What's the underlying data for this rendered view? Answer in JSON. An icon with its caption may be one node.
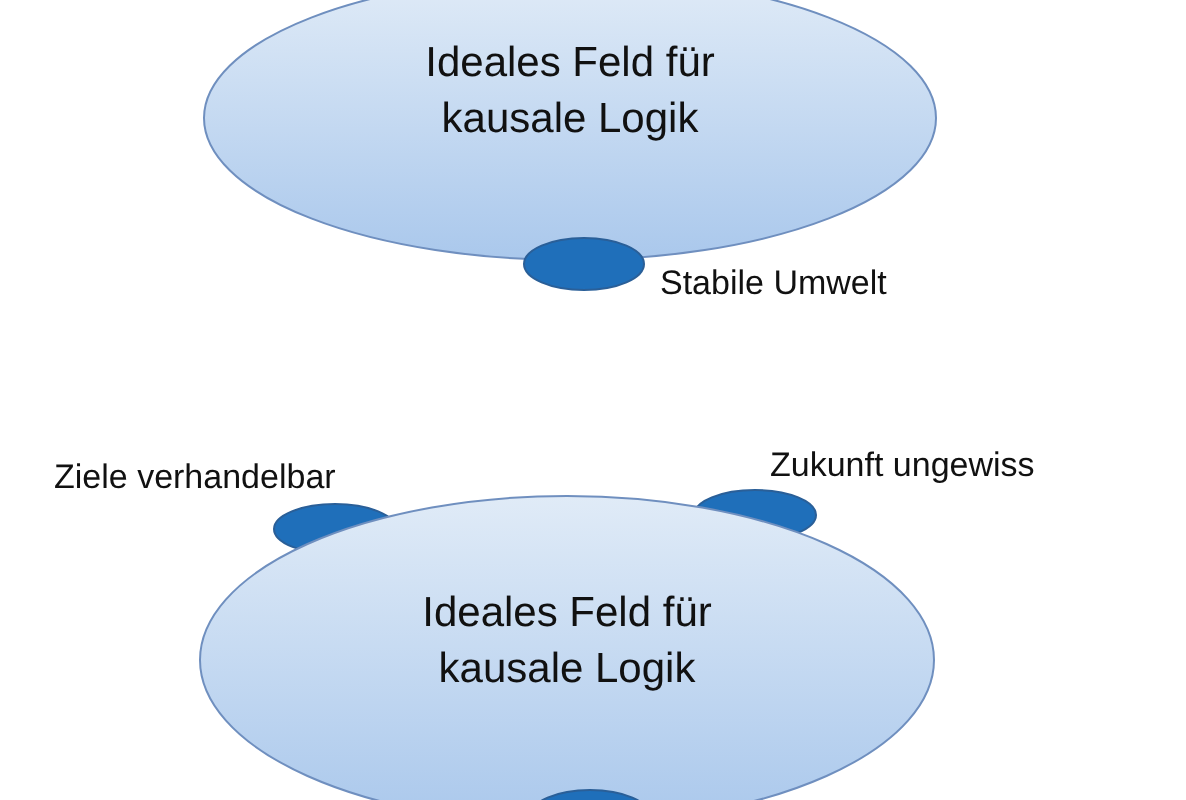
{
  "diagram": {
    "nodes": [
      {
        "text": [
          "Ideales Feld für kausale Logik"
        ]
      },
      {
        "text": [],
        "shape": "ellipse",
        "beside": [
          "Stabile Umwelt"
        ]
      },
      {
        "text": [],
        "shape": "ellipse",
        "beside": [
          "Ziele verhandelbar"
        ]
      },
      {
        "text": [],
        "shape": "ellipse",
        "beside": [
          "Zukunft ungewiss"
        ]
      },
      {
        "text": [
          "Ideales Feld für kausale Logik"
        ]
      },
      {
        "text": [],
        "shape": "ellipse"
      }
    ]
  }
}
